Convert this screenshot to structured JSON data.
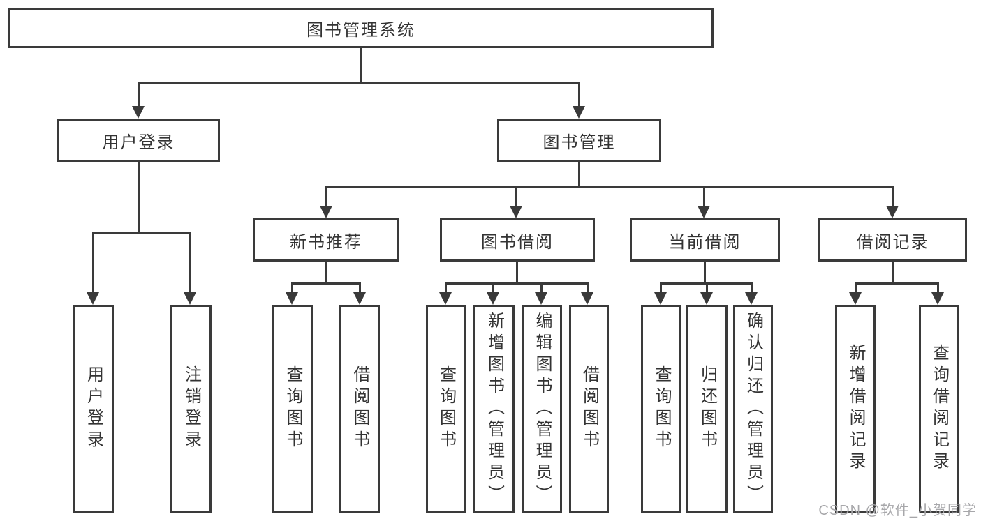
{
  "diagram": {
    "root_label": "图书管理系统",
    "branches": [
      {
        "label": "用户登录",
        "children": [
          {
            "label": "用户登录"
          },
          {
            "label": "注销登录"
          }
        ]
      },
      {
        "label": "图书管理",
        "children": [
          {
            "label": "新书推荐",
            "children": [
              {
                "label": "查询图书"
              },
              {
                "label": "借阅图书"
              }
            ]
          },
          {
            "label": "图书借阅",
            "children": [
              {
                "label": "查询图书"
              },
              {
                "label": "新增图书（管理员）"
              },
              {
                "label": "编辑图书（管理员）"
              },
              {
                "label": "借阅图书"
              }
            ]
          },
          {
            "label": "当前借阅",
            "children": [
              {
                "label": "查询图书"
              },
              {
                "label": "归还图书"
              },
              {
                "label": "确认归还（管理员）"
              }
            ]
          },
          {
            "label": "借阅记录",
            "children": [
              {
                "label": "新增借阅记录"
              },
              {
                "label": "查询借阅记录"
              }
            ]
          }
        ]
      }
    ]
  },
  "watermark": {
    "text": "CSDN @软件_小贺同学"
  },
  "colors": {
    "line": "#3a3a3a",
    "text": "#333333",
    "watermark": "#a7a7aa",
    "background": "#ffffff"
  }
}
